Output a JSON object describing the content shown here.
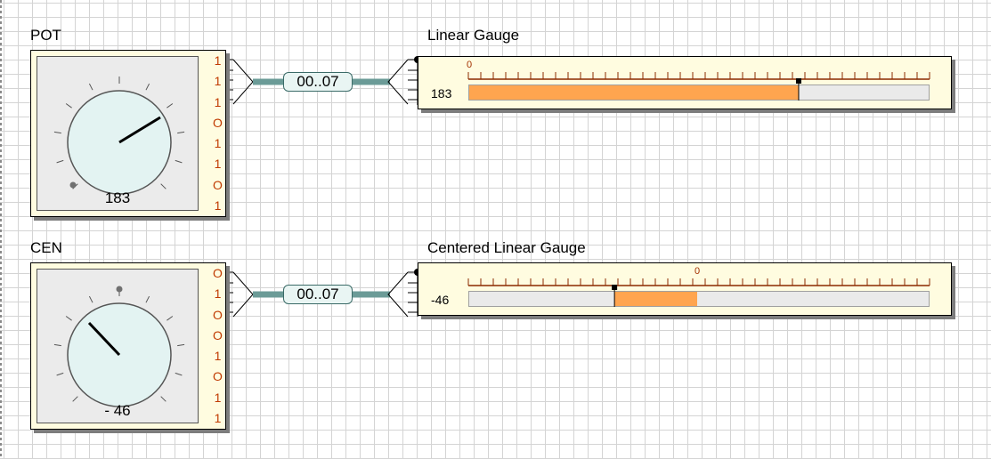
{
  "canvas": {
    "grid_color": "#d4d4d4",
    "background": "#ffffff"
  },
  "pot": {
    "title": "POT",
    "value": "183",
    "bits": [
      "1",
      "1",
      "1",
      "O",
      "1",
      "1",
      "O",
      "1"
    ]
  },
  "cen": {
    "title": "CEN",
    "value": "- 46",
    "bits": [
      "O",
      "1",
      "O",
      "O",
      "1",
      "O",
      "1",
      "1"
    ]
  },
  "bus_top": {
    "label": "00..07"
  },
  "bus_bottom": {
    "label": "00..07"
  },
  "linear_gauge": {
    "title": "Linear Gauge",
    "value": "183",
    "scale_label": "0",
    "level_fraction": 0.717,
    "fill_color": "#ffa54f"
  },
  "centered_gauge": {
    "title": "Centered Linear Gauge",
    "value": "-46",
    "scale_label": "0",
    "level_fraction": -0.18,
    "fill_color": "#ffa54f"
  },
  "colors": {
    "block_bg": "#fffce0",
    "bit_color": "#c03a00",
    "bus_color": "#6b9b97",
    "knob_face": "#e3f3f2"
  }
}
